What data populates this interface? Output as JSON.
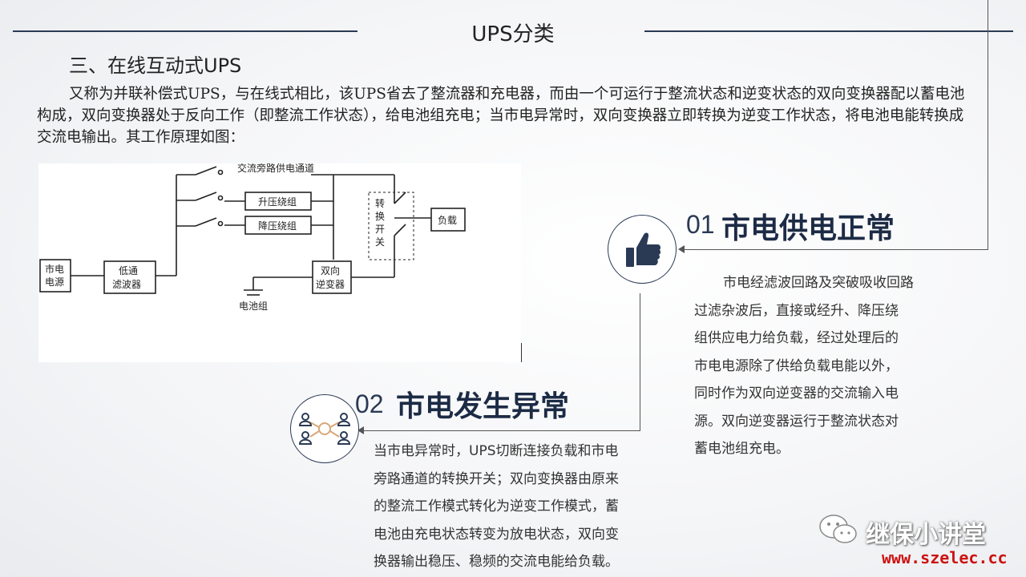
{
  "header": {
    "title": "UPS分类"
  },
  "section": {
    "title": "三、在线互动式UPS"
  },
  "intro": {
    "text": "又称为并联补偿式UPS，与在线式相比，该UPS省去了整流器和充电器，而由一个可运行于整流状态和逆变状态的双向变换器配以蓄电池构成，双向变换器处于反向工作（即整流工作状态），给电池组充电；当市电异常时，双向变换器立即转换为逆变工作状态，将电池电能转换成交流电输出。其工作原理如图："
  },
  "diagram": {
    "mains": [
      "市电",
      "电源"
    ],
    "lowpass": [
      "低通",
      "滤波器"
    ],
    "bypass": "交流旁路供电通道",
    "boost": "升压绕组",
    "buck": "降压绕组",
    "switch": [
      "转",
      "换",
      "开",
      "关"
    ],
    "load": "负载",
    "inverter": [
      "双向",
      "逆变器"
    ],
    "battery": "电池组"
  },
  "item1": {
    "num": "01",
    "title": "市电供电正常",
    "icon": "thumbs-up-icon",
    "text": "市电经滤波回路及突破吸收回路过滤杂波后，直接或经升、降压绕组供应电力给负载，经过处理后的市电电源除了供给负载电能以外，同时作为双向逆变器的交流输入电源。双向逆变器运行于整流状态对蓄电池组充电。",
    "lines": [
      "市电经滤波回路及突破吸收回路",
      "过滤杂波后，直接或经升、降压绕",
      "组供应电力给负载，经过处理后的",
      "市电电源除了供给负载电能以外，",
      "同时作为双向逆变器的交流输入电",
      "源。双向逆变器运行于整流状态对",
      "蓄电池组充电。"
    ]
  },
  "item2": {
    "num": "02",
    "title": "市电发生异常",
    "icon": "people-network-icon",
    "lines": [
      "当市电异常时，UPS切断连接负载和市电",
      "旁路通道的转换开关；双向变换器由原来",
      "的整流工作模式转化为逆变工作模式，蓄",
      "电池由充电状态转变为放电状态，双向变",
      "换器输出稳压、稳频的交流电能给负载。"
    ]
  },
  "watermark": {
    "name": "继保小讲堂",
    "url": "www.szelec.cc",
    "icon": "wechat-icon"
  },
  "colors": {
    "accent": "#2a3a55",
    "url_red": "#cc1111"
  }
}
